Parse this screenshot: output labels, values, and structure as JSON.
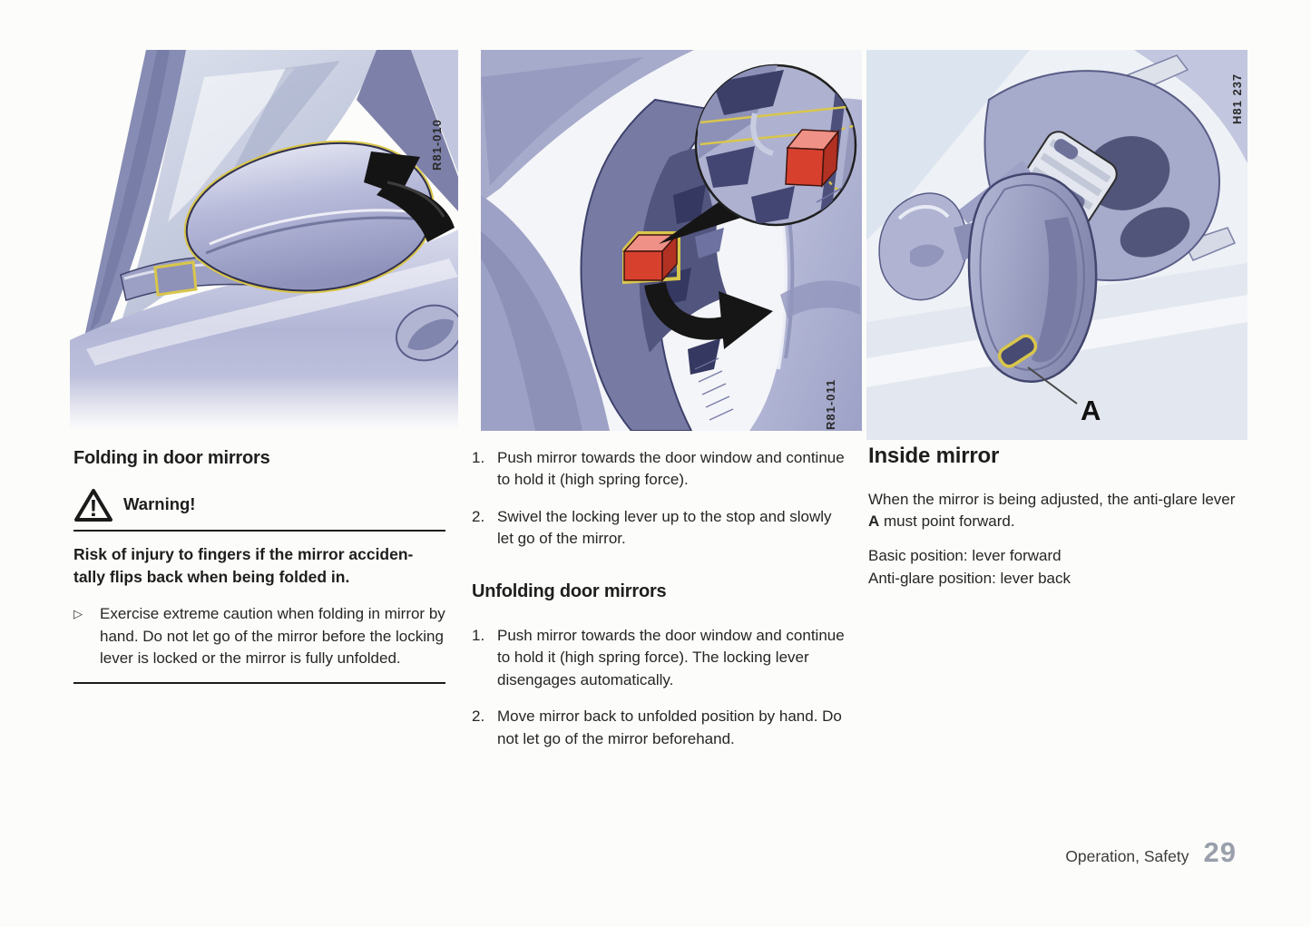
{
  "document": {
    "footer": {
      "section": "Operation, Safety",
      "page_number": "29"
    }
  },
  "figures": {
    "folding": {
      "ref": "R81-010"
    },
    "lever": {
      "ref": "R81-011"
    },
    "inside": {
      "ref": "H81 237",
      "callout": "A"
    }
  },
  "icons": {
    "warning_mark": "!",
    "list_marker": "▷"
  },
  "left": {
    "heading": "Folding in door mirrors",
    "warning_title": "Warning!",
    "warning_line1": "Risk of injury to fingers if the mirror acciden-",
    "warning_line2": "tally flips back when being folded in.",
    "caution_text": "Exercise extreme caution when folding in mirror by hand. Do not let go of the mirror before the locking lever is locked or the mirror is fully unfolded."
  },
  "middle": {
    "folding_steps": [
      {
        "num": "1.",
        "text": "Push mirror towards the door window and continue to hold it (high spring force)."
      },
      {
        "num": "2.",
        "text": "Swivel the locking lever up to the stop and slowly let go of the mirror."
      }
    ],
    "unfolding_heading": "Unfolding door mirrors",
    "unfolding_steps": [
      {
        "num": "1.",
        "text": "Push mirror towards the door window and continue to hold it (high spring force). The locking lever disengages automatically."
      },
      {
        "num": "2.",
        "text": "Move mirror back to unfolded position by hand. Do not let go of the mirror beforehand."
      }
    ]
  },
  "right": {
    "heading": "Inside mirror",
    "adjust_text_pre": "When the mirror is being adjusted, the anti-glare lever ",
    "adjust_text_bold": "A",
    "adjust_text_post": " must point forward.",
    "basic_position": "Basic position: lever forward",
    "antiglare_position": "Anti-glare position: lever back"
  },
  "colors": {
    "locking_lever_red": "#d8402e",
    "highlight_yellow": "#d9c64b",
    "page_number_gray": "#99a0ab"
  }
}
